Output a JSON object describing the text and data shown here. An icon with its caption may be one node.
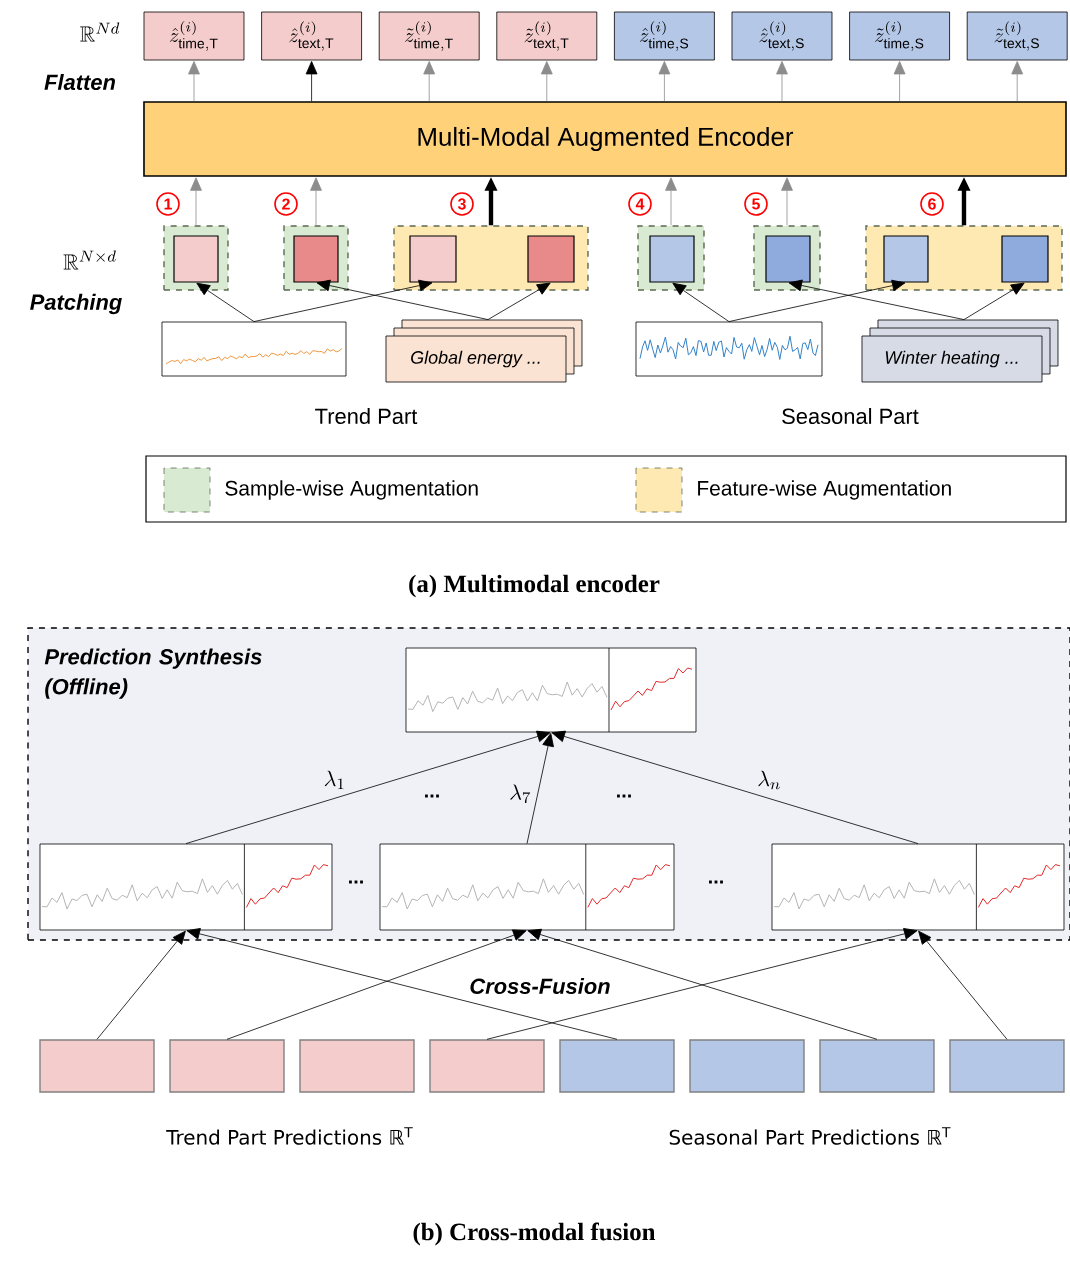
{
  "diagram": {
    "nodes": [
      {
        "text": [
          "\\hat{z}^{(i)}_{\\mathrm{time},\\mathrm{T}}"
        ]
      },
      {
        "text": [
          "\\hat{z}^{(i)}_{\\mathrm{text},\\mathrm{T}}"
        ]
      },
      {
        "text": [
          "\\tilde{z}^{(i)}_{\\mathrm{time},\\mathrm{T}}"
        ]
      },
      {
        "text": [
          "\\tilde{z}^{(i)}_{\\mathrm{text},\\mathrm{T}}"
        ]
      },
      {
        "text": [
          "\\hat{z}^{(i)}_{\\mathrm{time},\\mathrm{S}}"
        ]
      },
      {
        "text": [
          "\\hat{z}^{(i)}_{\\mathrm{text},\\mathrm{S}}"
        ]
      },
      {
        "text": [
          "\\tilde{z}^{(i)}_{\\mathrm{time},\\mathrm{S}}"
        ]
      },
      {
        "text": [
          "\\tilde{z}^{(i)}_{\\mathrm{text},\\mathrm{S}}"
        ]
      },
      {
        "text": [
          "Multi-Modal Augmented Encoder"
        ]
      },
      {
        "text": [],
        "shape": "box"
      },
      {
        "text": [],
        "shape": "box",
        "in": 9
      },
      {
        "text": [],
        "shape": "box"
      },
      {
        "text": [],
        "shape": "box",
        "in": 11
      },
      {
        "text": [],
        "shape": "box"
      },
      {
        "text": [],
        "shape": "box",
        "in": 13
      },
      {
        "text": [],
        "shape": "box",
        "in": 13
      },
      {
        "text": [],
        "shape": "box"
      },
      {
        "text": [],
        "shape": "box",
        "in": 16
      },
      {
        "text": [],
        "shape": "box"
      },
      {
        "text": [],
        "shape": "box",
        "in": 18
      },
      {
        "text": [],
        "shape": "box"
      },
      {
        "text": [],
        "shape": "box",
        "in": 20
      },
      {
        "text": [],
        "shape": "box",
        "in": 20
      },
      {
        "text": [],
        "shape": "picture"
      },
      {
        "text": [
          "Global energy ..."
        ]
      },
      {
        "text": [],
        "shape": "picture"
      },
      {
        "text": [
          "Winter heating ..."
        ]
      },
      {
        "text": [
          "Prediction Synthesis (Offline)"
        ]
      },
      {
        "text": [],
        "shape": "picture",
        "in": 27
      },
      {
        "text": [],
        "shape": "picture",
        "in": 27
      },
      {
        "text": [],
        "shape": "picture",
        "in": 27
      },
      {
        "text": [],
        "shape": "picture",
        "in": 27
      },
      {
        "text": [],
        "shape": "box"
      },
      {
        "text": [],
        "shape": "box"
      },
      {
        "text": [],
        "shape": "box"
      },
      {
        "text": [],
        "shape": "box"
      },
      {
        "text": [],
        "shape": "box"
      },
      {
        "text": [],
        "shape": "box"
      },
      {
        "text": [],
        "shape": "box"
      },
      {
        "text": [],
        "shape": "box"
      }
    ],
    "edges": [
      {
        "from": 8,
        "to": 0,
        "arrow": "to",
        "color": "#8c8c8c"
      },
      {
        "from": 8,
        "to": 1,
        "arrow": "to"
      },
      {
        "from": 8,
        "to": 2,
        "arrow": "to",
        "color": "#8c8c8c"
      },
      {
        "from": 8,
        "to": 3,
        "arrow": "to",
        "color": "#8c8c8c"
      },
      {
        "from": 8,
        "to": 4,
        "arrow": "to",
        "color": "#8c8c8c"
      },
      {
        "from": 8,
        "to": 5,
        "arrow": "to",
        "color": "#8c8c8c"
      },
      {
        "from": 8,
        "to": 6,
        "arrow": "to",
        "color": "#8c8c8c"
      },
      {
        "from": 8,
        "to": 7,
        "arrow": "to",
        "color": "#8c8c8c"
      },
      {
        "from": 9,
        "to": 8,
        "arrow": "to",
        "color": "#8c8c8c"
      },
      {
        "from": 11,
        "to": 8,
        "arrow": "to",
        "color": "#8c8c8c"
      },
      {
        "from": 13,
        "to": 8,
        "arrow": "to",
        "style": "thick"
      },
      {
        "from": 16,
        "to": 8,
        "arrow": "to",
        "color": "#8c8c8c"
      },
      {
        "from": 18,
        "to": 8,
        "arrow": "to",
        "color": "#8c8c8c"
      },
      {
        "from": 20,
        "to": 8,
        "arrow": "to",
        "style": "thick"
      },
      {
        "from": 23,
        "to": 10,
        "arrow": "to"
      },
      {
        "from": 23,
        "to": 14,
        "arrow": "to"
      },
      {
        "from": 24,
        "to": 12,
        "arrow": "to"
      },
      {
        "from": 24,
        "to": 15,
        "arrow": "to"
      },
      {
        "from": 25,
        "to": 17,
        "arrow": "to"
      },
      {
        "from": 25,
        "to": 21,
        "arrow": "to"
      },
      {
        "from": 26,
        "to": 19,
        "arrow": "to"
      },
      {
        "from": 26,
        "to": 22,
        "arrow": "to"
      },
      {
        "from": 29,
        "to": 28,
        "arrow": "to",
        "label": "\\lambda_1"
      },
      {
        "from": 30,
        "to": 28,
        "arrow": "to",
        "label": "\\lambda_7"
      },
      {
        "from": 31,
        "to": 28,
        "arrow": "to",
        "label": "\\lambda_n"
      },
      {
        "from": 32,
        "to": 29,
        "arrow": "to"
      },
      {
        "from": 33,
        "to": 30,
        "arrow": "to"
      },
      {
        "from": 35,
        "to": 31,
        "arrow": "to"
      },
      {
        "from": 36,
        "to": 29,
        "arrow": "to"
      },
      {
        "from": 38,
        "to": 30,
        "arrow": "to"
      },
      {
        "from": 39,
        "to": 31,
        "arrow": "to"
      }
    ],
    "labels": [
      "\\mathbb{R}^{Nd}",
      "Flatten",
      "1",
      "2",
      "3",
      "4",
      "5",
      "6",
      "\\mathbb{R}^{N\\times d}",
      "Patching",
      "Trend Part",
      "Seasonal Part",
      "(a) Multimodal encoder",
      "...",
      "...",
      "...",
      "...",
      "Cross-Fusion",
      "Trend Part Predictions ℝ$^{T}$",
      "Seasonal Part Predictions ℝ$^{T}$",
      "(b) Cross-modal fusion"
    ],
    "legend": [
      {
        "text": "Sample-wise Augmentation",
        "color": "#d9ead3"
      },
      {
        "text": "Feature-wise Augmentation",
        "color": "#ffe9b3"
      }
    ]
  }
}
